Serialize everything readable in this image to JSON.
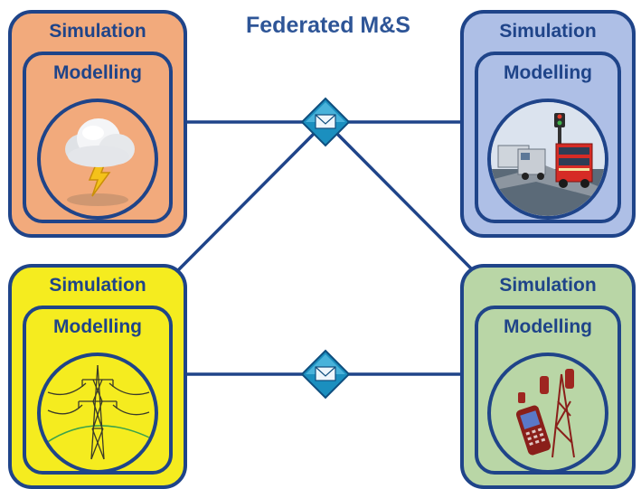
{
  "title": "Federated M&S",
  "colors": {
    "border": "#1f4489",
    "title": "#2e5597",
    "weather_bg": "#f2aa7c",
    "traffic_bg": "#aebfe6",
    "power_bg": "#f5ec1f",
    "telecom_bg": "#b9d6a6"
  },
  "panels": [
    {
      "simulation_label": "Simulation",
      "modelling_label": "Modelling",
      "icon": "storm-cloud-icon"
    },
    {
      "simulation_label": "Simulation",
      "modelling_label": "Modelling",
      "icon": "traffic-icon"
    },
    {
      "simulation_label": "Simulation",
      "modelling_label": "Modelling",
      "icon": "power-pylon-icon"
    },
    {
      "simulation_label": "Simulation",
      "modelling_label": "Modelling",
      "icon": "telecom-tower-icon"
    }
  ],
  "connectors": [
    "envelope-icon",
    "envelope-icon"
  ]
}
